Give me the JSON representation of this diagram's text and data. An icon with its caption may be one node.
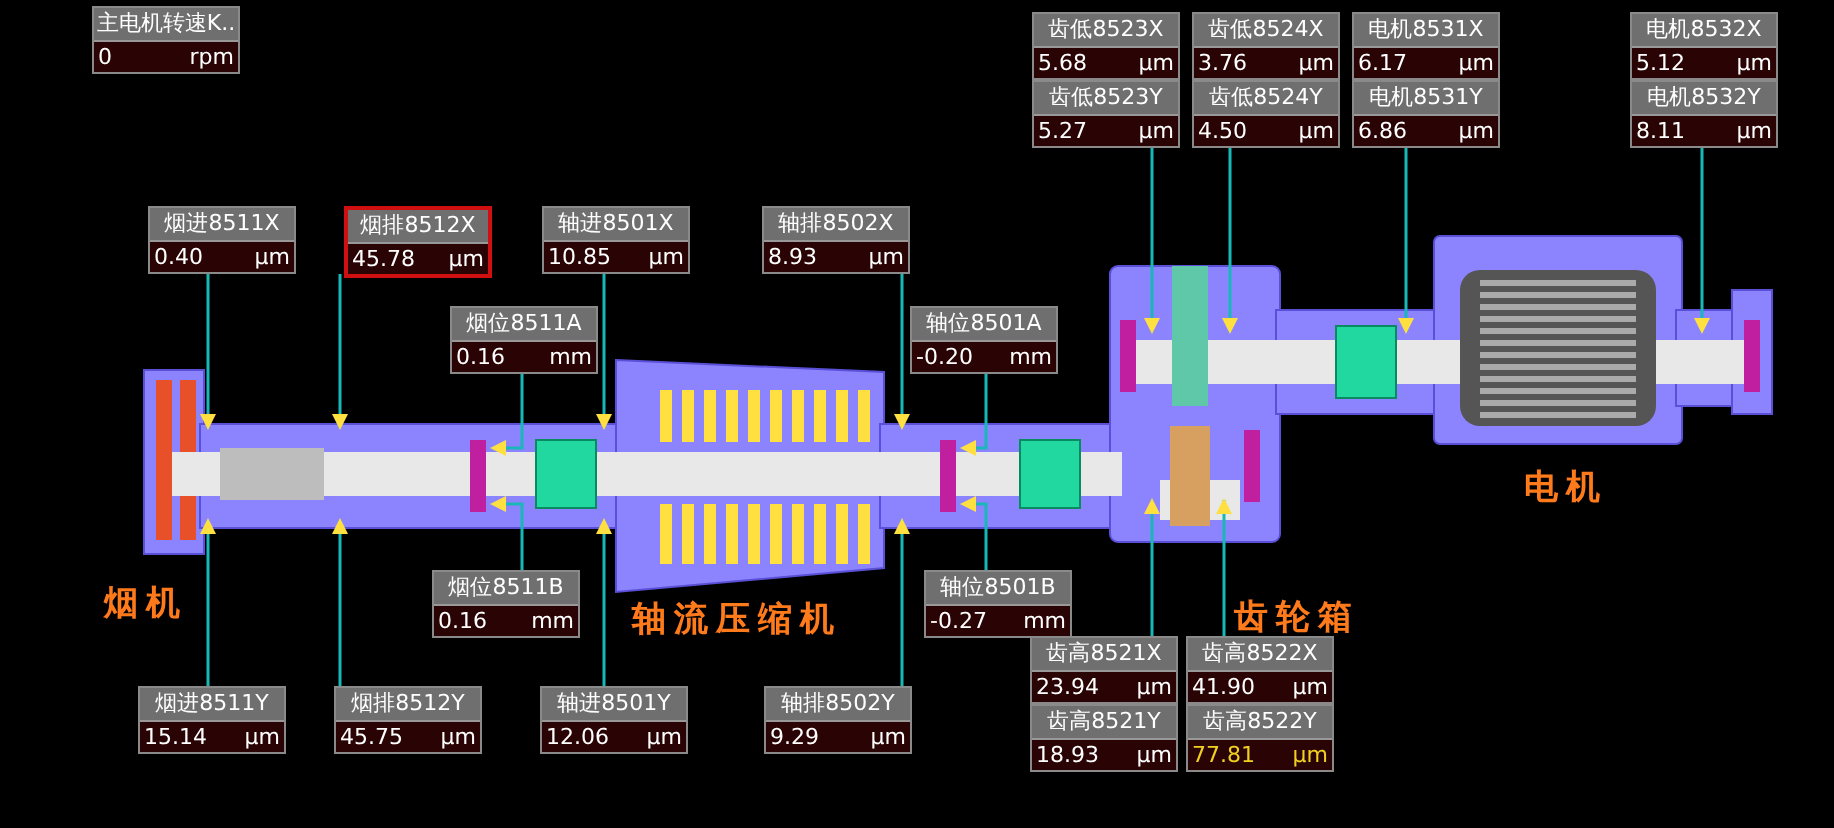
{
  "diagram": {
    "nodes": [
      {
        "text": [
          "主电机转速K..",
          "0",
          "rpm"
        ]
      },
      {
        "text": [
          "烟进8511X",
          "0.40",
          "μm"
        ]
      },
      {
        "text": [
          "烟排8512X",
          "45.78",
          "μm"
        ]
      },
      {
        "text": [
          "轴进8501X",
          "10.85",
          "μm"
        ]
      },
      {
        "text": [
          "轴排8502X",
          "8.93",
          "μm"
        ]
      },
      {
        "text": [
          "烟位8511A",
          "0.16",
          "mm"
        ]
      },
      {
        "text": [
          "轴位8501A",
          "-0.20",
          "mm"
        ]
      },
      {
        "text": [
          "齿低8523X",
          "5.68",
          "μm"
        ]
      },
      {
        "text": [
          "齿低8523Y",
          "5.27",
          "μm"
        ]
      },
      {
        "text": [
          "齿低8524X",
          "3.76",
          "μm"
        ]
      },
      {
        "text": [
          "齿低8524Y",
          "4.50",
          "μm"
        ]
      },
      {
        "text": [
          "电机8531X",
          "6.17",
          "μm"
        ]
      },
      {
        "text": [
          "电机8531Y",
          "6.86",
          "μm"
        ]
      },
      {
        "text": [
          "电机8532X",
          "5.12",
          "μm"
        ]
      },
      {
        "text": [
          "电机8532Y",
          "8.11",
          "μm"
        ]
      },
      {
        "text": [
          "烟位8511B",
          "0.16",
          "mm"
        ]
      },
      {
        "text": [
          "轴位8501B",
          "-0.27",
          "mm"
        ]
      },
      {
        "text": [
          "烟进8511Y",
          "15.14",
          "μm"
        ]
      },
      {
        "text": [
          "烟排8512Y",
          "45.75",
          "μm"
        ]
      },
      {
        "text": [
          "轴进8501Y",
          "12.06",
          "μm"
        ]
      },
      {
        "text": [
          "轴排8502Y",
          "9.29",
          "μm"
        ]
      },
      {
        "text": [
          "齿高8521X",
          "23.94",
          "μm"
        ]
      },
      {
        "text": [
          "齿高8521Y",
          "18.93",
          "μm"
        ]
      },
      {
        "text": [
          "齿高8522X",
          "41.90",
          "μm"
        ]
      },
      {
        "text": [
          "齿高8522Y",
          "77.81",
          "μm"
        ]
      }
    ],
    "edges": [
      {
        "from": 1,
        "to": null,
        "arrow": "to"
      },
      {
        "from": 2,
        "to": null,
        "arrow": "to"
      },
      {
        "from": 3,
        "to": null,
        "arrow": "to"
      },
      {
        "from": 4,
        "to": null,
        "arrow": "to"
      },
      {
        "from": 5,
        "to": null,
        "arrow": "to"
      },
      {
        "from": 6,
        "to": null,
        "arrow": "to"
      },
      {
        "from": 8,
        "to": null,
        "arrow": "to"
      },
      {
        "from": 10,
        "to": null,
        "arrow": "to"
      },
      {
        "from": 12,
        "to": null,
        "arrow": "to"
      },
      {
        "from": 14,
        "to": null,
        "arrow": "to"
      },
      {
        "from": 15,
        "to": null,
        "arrow": "to"
      },
      {
        "from": 16,
        "to": null,
        "arrow": "to"
      },
      {
        "from": 17,
        "to": null,
        "arrow": "to"
      },
      {
        "from": 18,
        "to": null,
        "arrow": "to"
      },
      {
        "from": 19,
        "to": null,
        "arrow": "to"
      },
      {
        "from": 20,
        "to": null,
        "arrow": "to"
      },
      {
        "from": 21,
        "to": null,
        "arrow": "to"
      },
      {
        "from": 23,
        "to": null,
        "arrow": "to"
      }
    ],
    "labels": [
      "烟机",
      "轴流压缩机",
      "齿轮箱",
      "电机"
    ]
  }
}
